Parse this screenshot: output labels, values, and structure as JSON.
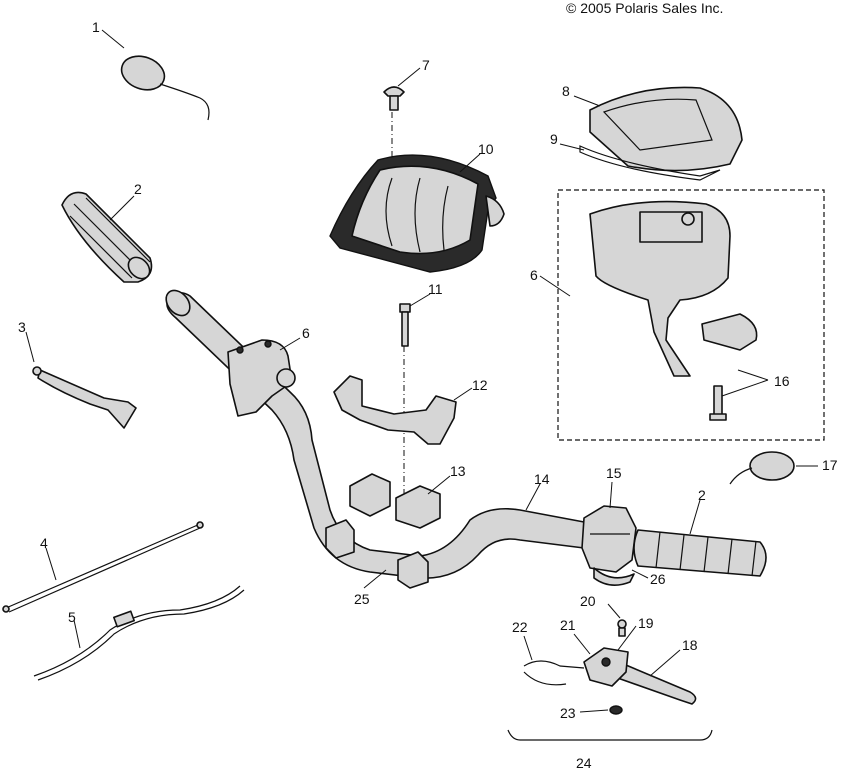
{
  "copyright": "© 2005 Polaris Sales Inc.",
  "callouts": [
    "1",
    "2",
    "3",
    "4",
    "5",
    "6",
    "7",
    "8",
    "9",
    "10",
    "11",
    "12",
    "13",
    "14",
    "15",
    "16",
    "17",
    "18",
    "19",
    "20",
    "21",
    "22",
    "23",
    "24",
    "25",
    "26"
  ],
  "duplicate_callouts": {
    "grip_right": "2",
    "control_housing_on_bar": "6"
  }
}
